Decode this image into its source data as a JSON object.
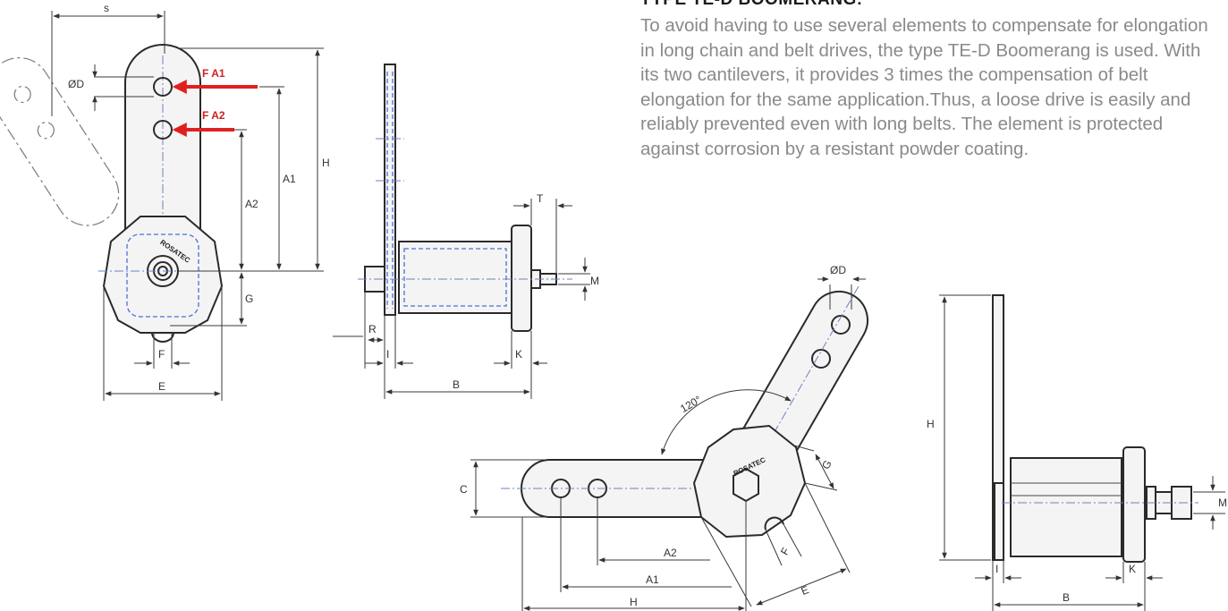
{
  "header": {
    "title": "TYPE TE-D BOOMERANG:",
    "description": "To avoid having to use several elements to compensate for elongation in long chain and belt drives, the type TE-D Boomerang is used. With its two cantilevers, it provides 3 times the compensation of belt elongation for the same application.Thus, a loose drive is easily and reliably prevented even with long belts. The element is protected against corrosion by a resistant powder coating."
  },
  "front_view": {
    "dim_s": "s",
    "dim_d": "ØD",
    "force_a1": "F A1",
    "force_a2": "F A2",
    "dim_a1": "A1",
    "dim_a2": "A2",
    "dim_h": "H",
    "dim_g": "G",
    "dim_f": "F",
    "dim_e": "E",
    "logo": "ROSATEC"
  },
  "side_view": {
    "dim_t": "T",
    "dim_m": "M",
    "dim_r": "R",
    "dim_i": "I",
    "dim_k": "K",
    "dim_b": "B"
  },
  "boomerang_view": {
    "dim_d": "ØD",
    "angle": "120°",
    "dim_c": "C",
    "dim_g": "G",
    "dim_f": "F",
    "dim_e": "E",
    "dim_a2": "A2",
    "dim_a1": "A1",
    "dim_h": "H",
    "logo": "ROSATEC"
  },
  "side_view_2": {
    "dim_h": "H",
    "dim_m": "M",
    "dim_i": "I",
    "dim_k": "K",
    "dim_b": "B"
  },
  "colors": {
    "force_arrow": "#e02020",
    "hidden_line": "#4a6fd8",
    "outline": "#2a2a2a",
    "body_text": "#8a8a8a"
  }
}
